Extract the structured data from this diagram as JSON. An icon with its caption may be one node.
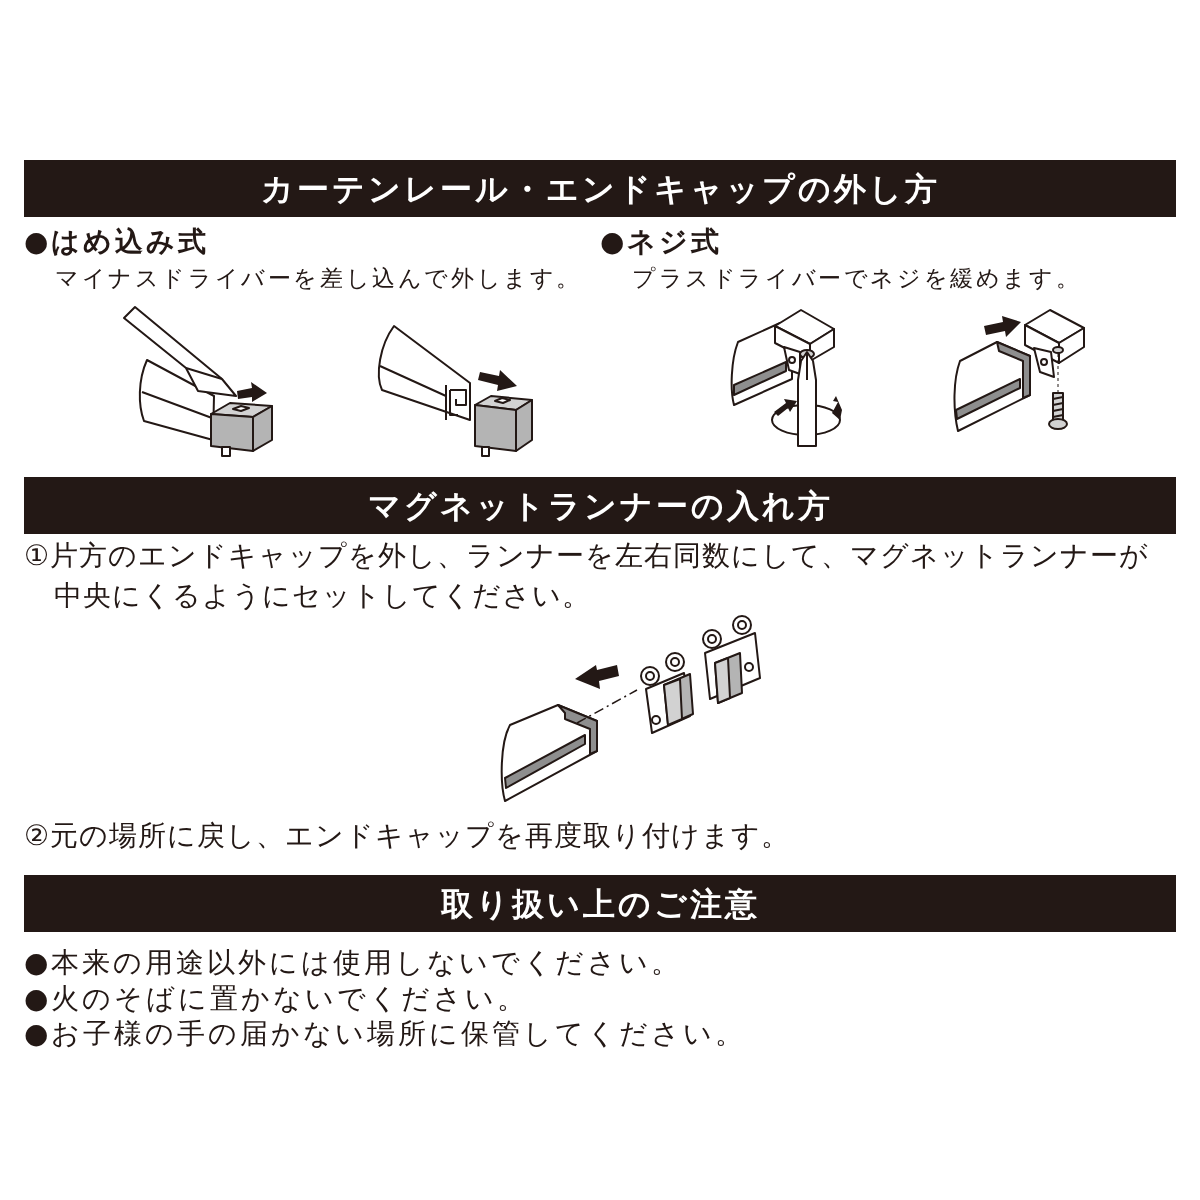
{
  "diagram": {
    "nodes": [
      {
        "text": [
          "カーテンレール・エンドキャップの外し方"
        ]
      },
      {
        "text": [
          "マグネットランナーの入れ方"
        ]
      },
      {
        "text": [
          "取り扱い上のご注意"
        ]
      }
    ],
    "labels": [
      "●はめ込み式",
      "マイナスドライバーを差し込んで外します。",
      "●ネジ式",
      "プラスドライバーでネジを緩めます。",
      "①片方のエンドキャップを外し、ランナーを左右同数にして、マグネットランナーが中央にくるようにセットしてください。",
      "②元の場所に戻し、エンドキャップを再度取り付けます。",
      "●本来の用途以外には使用しないでください。",
      "●火のそばに置かないでください。",
      "●お子様の手の届かない場所に保管してください。"
    ]
  }
}
